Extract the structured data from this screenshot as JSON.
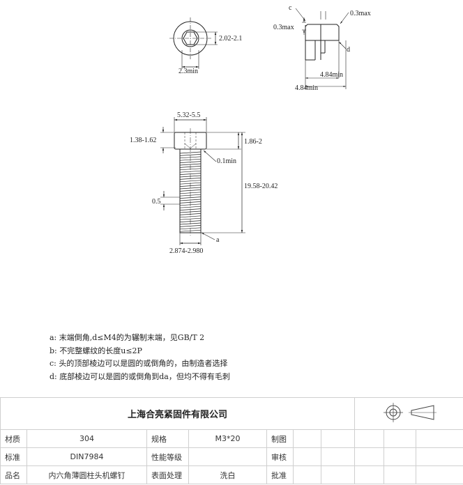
{
  "drawing": {
    "top_view": {
      "across_flats": "2.02-2.1",
      "counterbore_min": "2.3min"
    },
    "side_view": {
      "c": "c",
      "c_max": "0.3max",
      "right_max": "0.3max",
      "d": "d",
      "inner_min": "4.84min",
      "outer_min": "4.84min"
    },
    "main_view": {
      "head_dia": "5.32-5.5",
      "left_head_h": "1.38-1.62",
      "right_head_h": "1.86-2",
      "fillet": "0.1min",
      "length": "19.58-20.42",
      "pitch": "0.5",
      "thread_dia": "2.874-2.980",
      "a": "a"
    }
  },
  "notes": [
    "a: 末端倒角,d≤M4的为辗制末端，见GB/T 2",
    "b: 不完整螺纹的长度u≤2P",
    "c: 头的顶部棱边可以是圆的或倒角的，由制造者选择",
    "d: 底部棱边可以是圆的或倒角到da，但均不得有毛刺"
  ],
  "titleblock": {
    "company": "上海合亮紧固件有限公司",
    "rows": [
      {
        "l1": "材质",
        "v1": "304",
        "l2": "规格",
        "v2": "M3*20",
        "l3": "制图"
      },
      {
        "l1": "标准",
        "v1": "DIN7984",
        "l2": "性能等级",
        "v2": "",
        "l3": "审核"
      },
      {
        "l1": "品名",
        "v1": "内六角薄圆柱头机螺钉",
        "l2": "表面处理",
        "v2": "洗白",
        "l3": "批准"
      }
    ],
    "projection_icon": "first-angle-projection-icon"
  }
}
